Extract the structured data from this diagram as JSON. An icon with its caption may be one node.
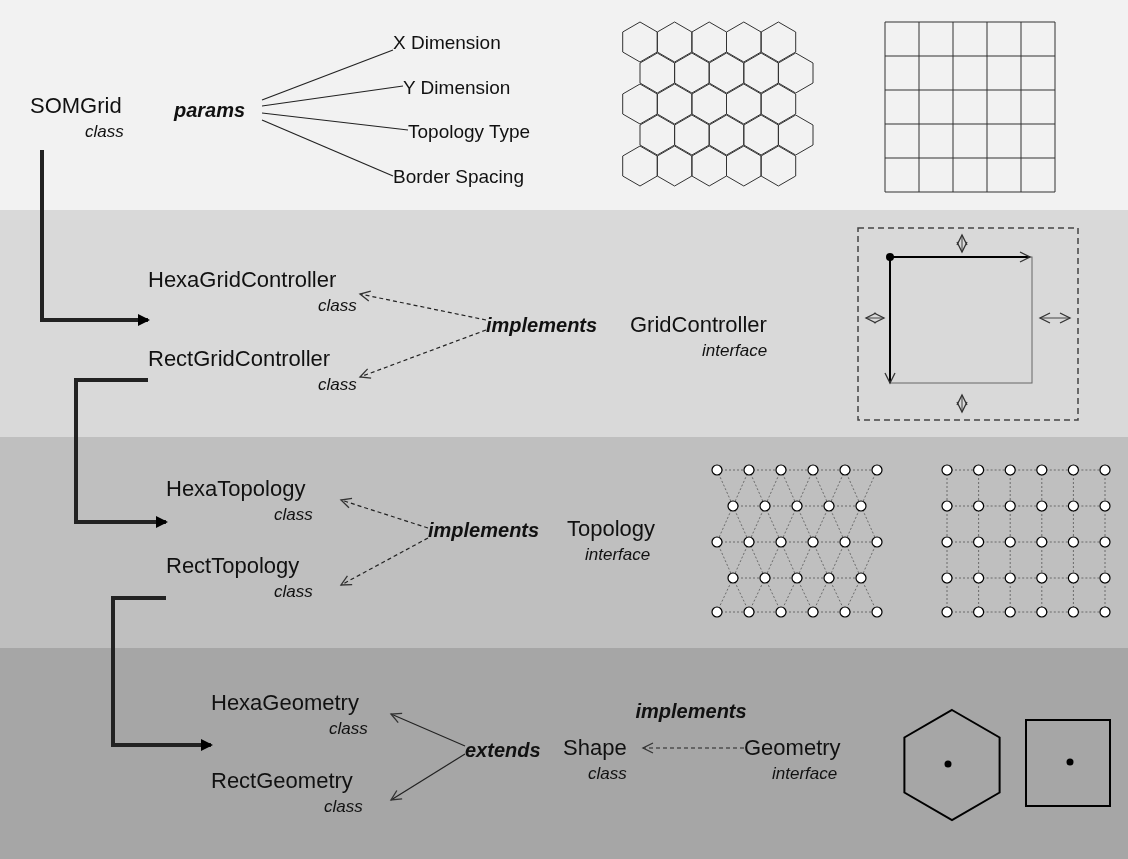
{
  "diagram": {
    "nodes": [
      {
        "text": [
          "SOMGrid",
          "class"
        ]
      },
      {
        "text": [
          "params"
        ]
      },
      {
        "text": [
          "X Dimension"
        ]
      },
      {
        "text": [
          "Y Dimension"
        ]
      },
      {
        "text": [
          "Topology Type"
        ]
      },
      {
        "text": [
          "Border Spacing"
        ]
      },
      {
        "text": [
          "HexaGridController",
          "class"
        ]
      },
      {
        "text": [
          "RectGridController",
          "class"
        ]
      },
      {
        "text": [
          "implements"
        ]
      },
      {
        "text": [
          "GridController",
          "interface"
        ]
      },
      {
        "text": [
          "HexaTopology",
          "class"
        ]
      },
      {
        "text": [
          "RectTopology",
          "class"
        ]
      },
      {
        "text": [
          "implements"
        ]
      },
      {
        "text": [
          "Topology",
          "interface"
        ]
      },
      {
        "text": [
          "HexaGeometry",
          "class"
        ]
      },
      {
        "text": [
          "RectGeometry",
          "class"
        ]
      },
      {
        "text": [
          "extends"
        ]
      },
      {
        "text": [
          "Shape",
          "class"
        ]
      },
      {
        "text": [
          "Geometry",
          "interface"
        ]
      }
    ],
    "edges": [
      {
        "from": 1,
        "to": 2,
        "arrow": "none"
      },
      {
        "from": 1,
        "to": 3,
        "arrow": "none"
      },
      {
        "from": 1,
        "to": 4,
        "arrow": "none"
      },
      {
        "from": 1,
        "to": 5,
        "arrow": "none"
      },
      {
        "from": 0,
        "to": 6,
        "arrow": "to",
        "style": "thick"
      },
      {
        "from": 7,
        "to": 10,
        "arrow": "to",
        "style": "thick"
      },
      {
        "from": 11,
        "to": 14,
        "arrow": "to",
        "style": "thick"
      },
      {
        "from": 8,
        "to": 6,
        "arrow": "to",
        "style": "dashed"
      },
      {
        "from": 8,
        "to": 7,
        "arrow": "to",
        "style": "dashed"
      },
      {
        "from": 12,
        "to": 10,
        "arrow": "to",
        "style": "dashed"
      },
      {
        "from": 12,
        "to": 11,
        "arrow": "to",
        "style": "dashed"
      },
      {
        "from": 16,
        "to": 14,
        "arrow": "to"
      },
      {
        "from": 16,
        "to": 15,
        "arrow": "to"
      },
      {
        "from": 18,
        "to": 17,
        "arrow": "to",
        "style": "dashed",
        "label": "implements"
      }
    ]
  }
}
